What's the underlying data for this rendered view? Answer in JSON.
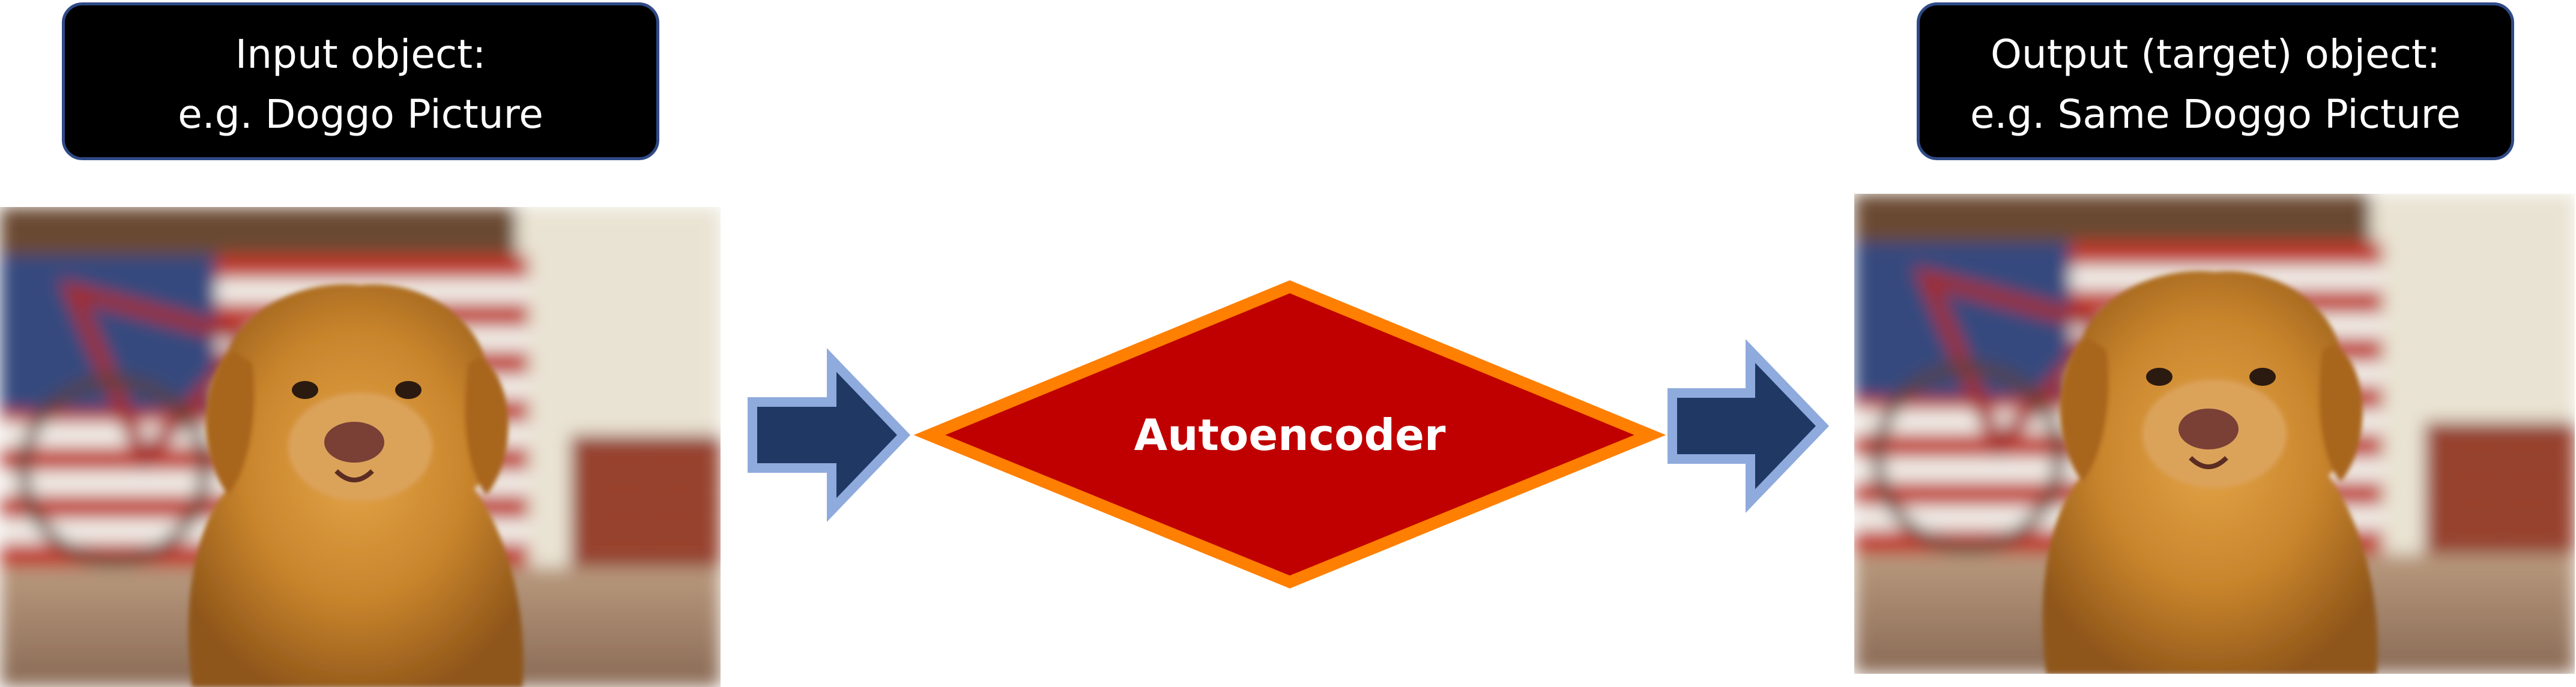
{
  "input": {
    "label_line1": "Input object:",
    "label_line2": "e.g. Doggo Picture"
  },
  "process": {
    "label": "Autoencoder"
  },
  "output": {
    "label_line1": "Output (target) object:",
    "label_line2": "e.g. Same Doggo Picture"
  },
  "colors": {
    "label_fill": "#000000",
    "label_border": "#2f4a86",
    "arrow_fill": "#1f3864",
    "arrow_outline": "#8faadc",
    "diamond_fill": "#c00000",
    "diamond_outline": "#ff7f00"
  },
  "icons": {
    "input_image": "golden-retriever-photo",
    "output_image": "golden-retriever-photo",
    "arrows": "right-arrow-icon"
  }
}
